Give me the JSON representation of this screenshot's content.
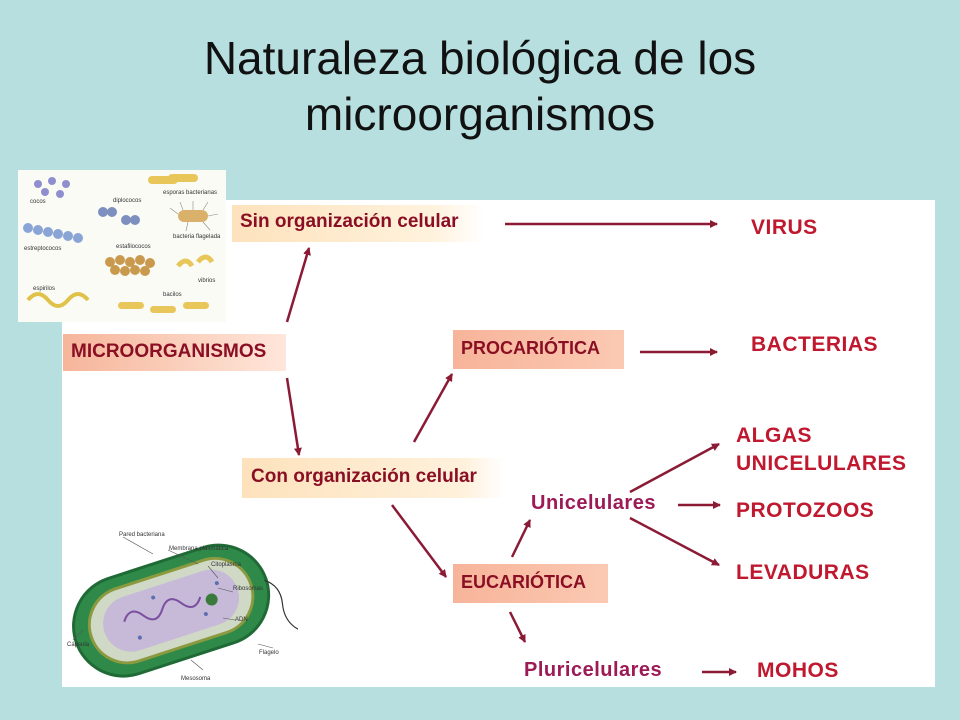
{
  "title": {
    "line1": "Naturaleza biológica de los",
    "line2": "microorganismos"
  },
  "diagram": {
    "root": "MICROORGANISMOS",
    "sin_organizacion": "Sin organización celular",
    "con_organizacion": "Con organización celular",
    "procariotica": "PROCARIÓTICA",
    "eucariotica": "EUCARIÓTICA",
    "unicelulares": "Unicelulares",
    "pluricelulares": "Pluricelulares",
    "virus": "VIRUS",
    "bacterias": "BACTERIAS",
    "algas_line1": "ALGAS",
    "algas_line2": "UNICELULARES",
    "protozoos": "PROTOZOOS",
    "levaduras": "LEVADURAS",
    "mohos": "MOHOS"
  },
  "bacteria_types_image": {
    "labels": [
      "cocos",
      "diplococos",
      "esporas bacterianas",
      "estreptococos",
      "estafilococos",
      "bacteria flagelada",
      "espirilos",
      "bacilos",
      "vibrios"
    ]
  },
  "cell_image": {
    "labels": [
      "Pared bacteriana",
      "Membrana plasmática",
      "Citoplasma",
      "Ribosomas",
      "ADN",
      "Cápsula",
      "Flagelo",
      "Mesosoma"
    ]
  },
  "colors": {
    "background": "#b7dfe0",
    "arrow": "#8b1a35",
    "outcome_text": "#c0182e",
    "box_text": "#8b0f24"
  }
}
